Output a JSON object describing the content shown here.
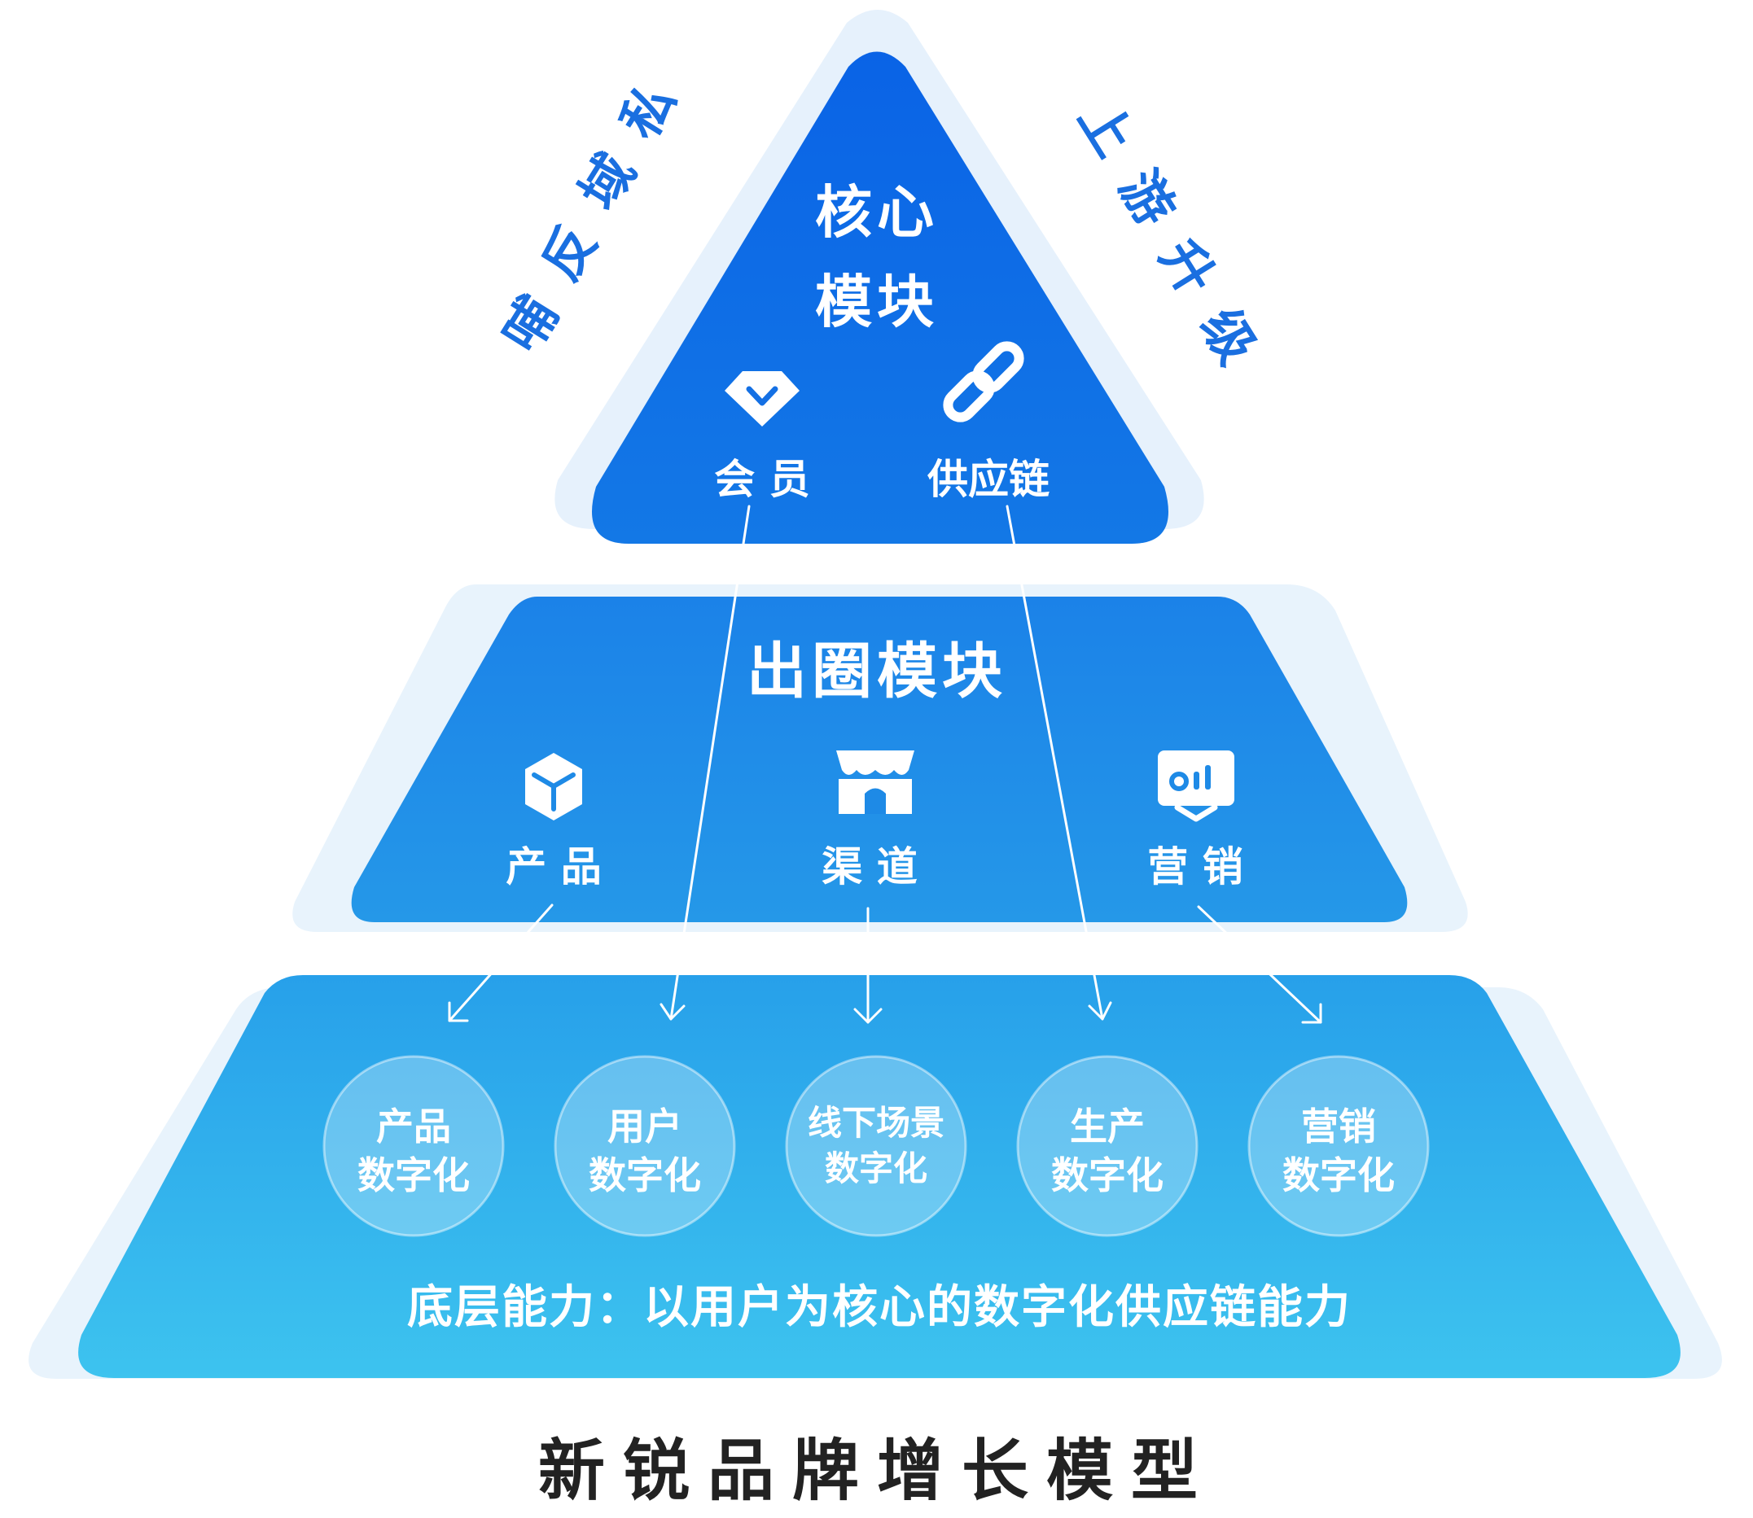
{
  "top_module": {
    "title_lines": [
      "核心",
      "模块"
    ],
    "items": [
      {
        "label": "会 员",
        "icon": "diamond-icon"
      },
      {
        "label": "供应链",
        "icon": "chain-link-icon"
      }
    ]
  },
  "side_labels": {
    "left": [
      "私",
      "域",
      "反",
      "哺"
    ],
    "right": [
      "上",
      "游",
      "升",
      "级"
    ]
  },
  "middle_module": {
    "title": "出圈模块",
    "items": [
      {
        "label": "产 品",
        "icon": "cube-icon"
      },
      {
        "label": "渠 道",
        "icon": "store-icon"
      },
      {
        "label": "营 销",
        "icon": "chart-board-icon"
      }
    ]
  },
  "bottom_module": {
    "circles": [
      {
        "line1": "产品",
        "line2": "数字化"
      },
      {
        "line1": "用户",
        "line2": "数字化"
      },
      {
        "line1": "线下场景",
        "line2": "数字化"
      },
      {
        "line1": "生产",
        "line2": "数字化"
      },
      {
        "line1": "营销",
        "line2": "数字化"
      }
    ],
    "caption": "底层能力：以用户为核心的数字化供应链能力"
  },
  "title": "新锐品牌增长模型",
  "colors": {
    "top_start": "#0a63e6",
    "top_end": "#1378e6",
    "mid_start": "#1b82e8",
    "mid_end": "#2598e8",
    "bot_start": "#27a0ea",
    "bot_end": "#3dc3ef",
    "halo": "#e6f1fc",
    "side_text": "#1a6fe0"
  }
}
